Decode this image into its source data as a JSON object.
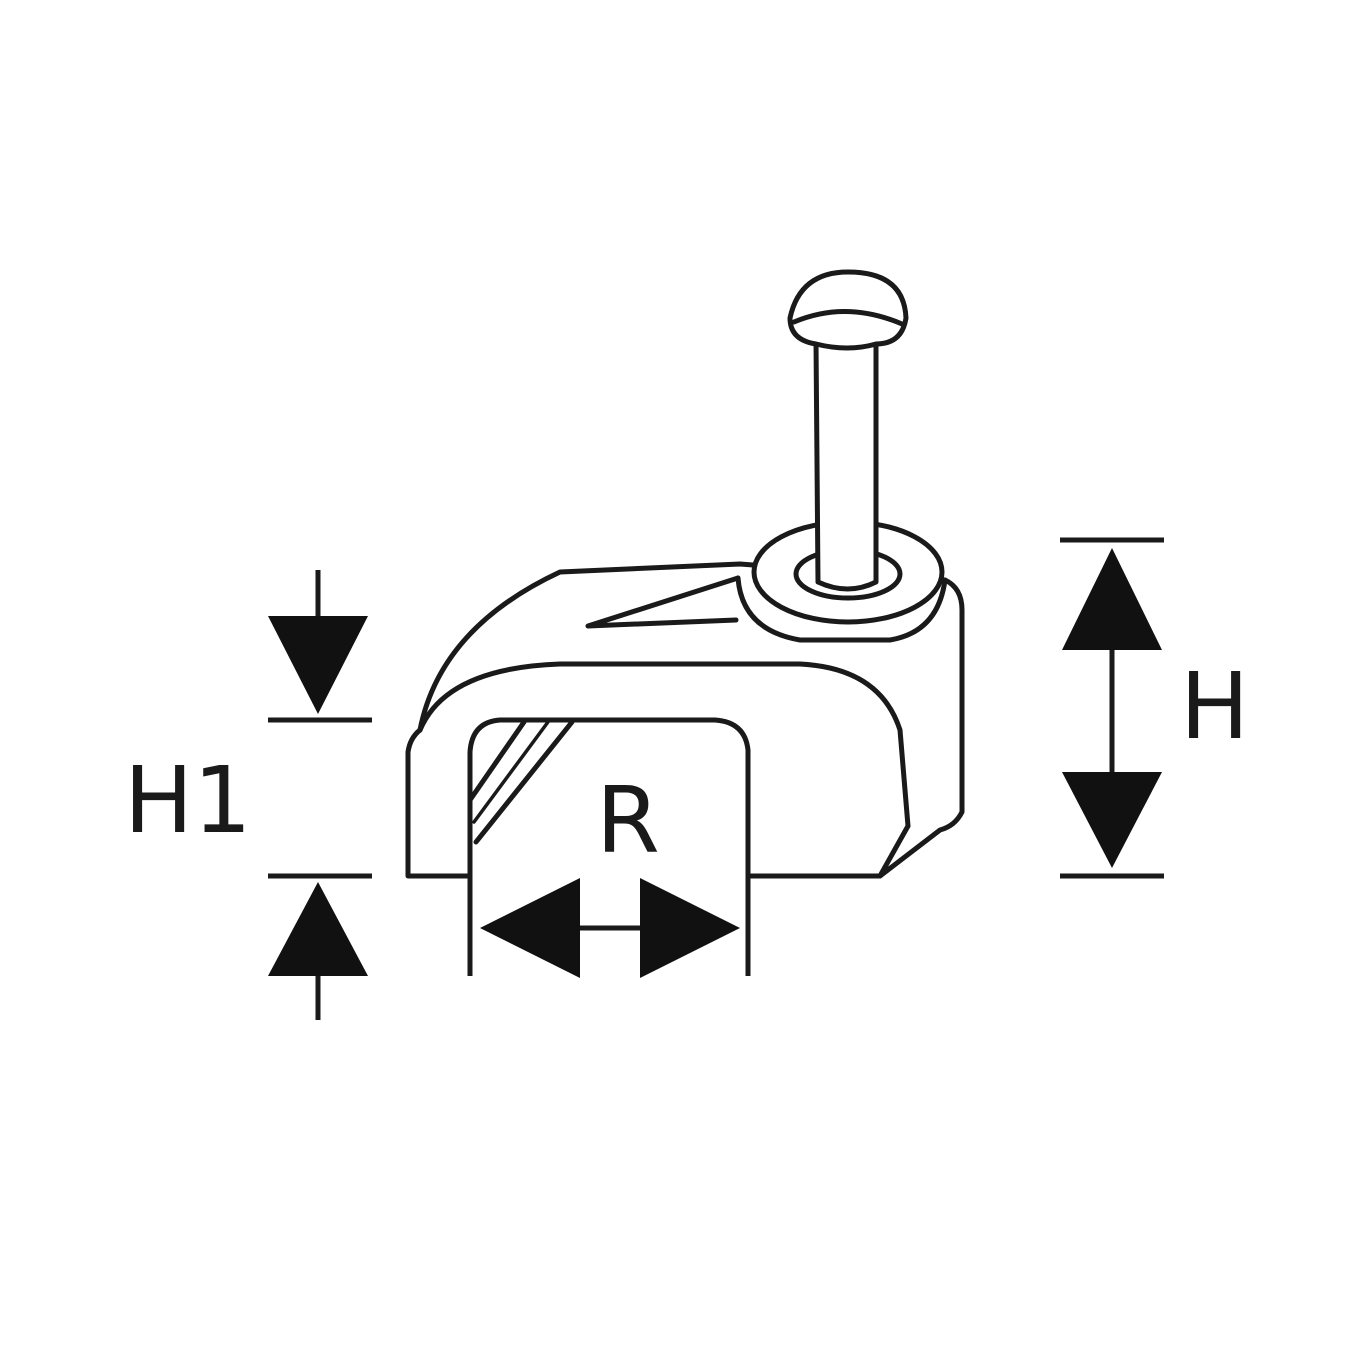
{
  "labels": {
    "height": "H",
    "inner_height": "H1",
    "width": "R"
  },
  "colors": {
    "line": "#1a1a1a",
    "background": "#ffffff"
  }
}
